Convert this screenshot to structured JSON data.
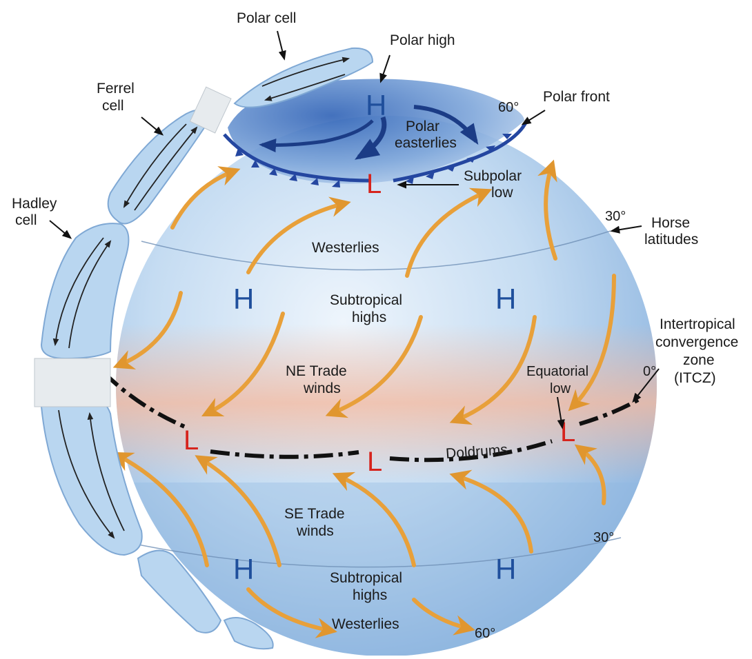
{
  "labels": {
    "polar_cell": "Polar cell",
    "polar_high": "Polar high",
    "ferrel_line1": "Ferrel",
    "ferrel_line2": "cell",
    "polar_front": "Polar front",
    "sixty_top": "60°",
    "polar_easterlies_line1": "Polar",
    "polar_easterlies_line2": "easterlies",
    "subpolar_line1": "Subpolar",
    "subpolar_line2": "low",
    "hadley_line1": "Hadley",
    "hadley_line2": "cell",
    "thirty_top": "30°",
    "horse_line1": "Horse",
    "horse_line2": "latitudes",
    "westerlies_north": "Westerlies",
    "subtropical_north_line1": "Subtropical",
    "subtropical_north_line2": "highs",
    "itcz_line1": "Intertropical",
    "itcz_line2": "convergence",
    "itcz_line3": "zone",
    "itcz_line4": "(ITCZ)",
    "zero_deg": "0°",
    "ne_trade_line1": "NE Trade",
    "ne_trade_line2": "winds",
    "equatorial_line1": "Equatorial",
    "equatorial_line2": "low",
    "doldrums": "Doldrums",
    "se_trade_line1": "SE Trade",
    "se_trade_line2": "winds",
    "thirty_bottom": "30°",
    "subtropical_south_line1": "Subtropical",
    "subtropical_south_line2": "highs",
    "westerlies_south": "Westerlies",
    "sixty_bottom": "60°"
  },
  "pressure_marks": {
    "high": "H",
    "low": "L"
  },
  "colors": {
    "globe_blue": "#a9cbea",
    "globe_light": "#dbe9f7",
    "equator_warm": "#f2b9a1",
    "polar_cap": "#5a86c8",
    "front_blue": "#2446a0",
    "wind_arrow": "#e8a03a",
    "cell_fill": "#b9d6f0",
    "cell_stroke": "#7fa8d4",
    "high_text": "#1f4f9c",
    "low_text": "#d6241d"
  }
}
